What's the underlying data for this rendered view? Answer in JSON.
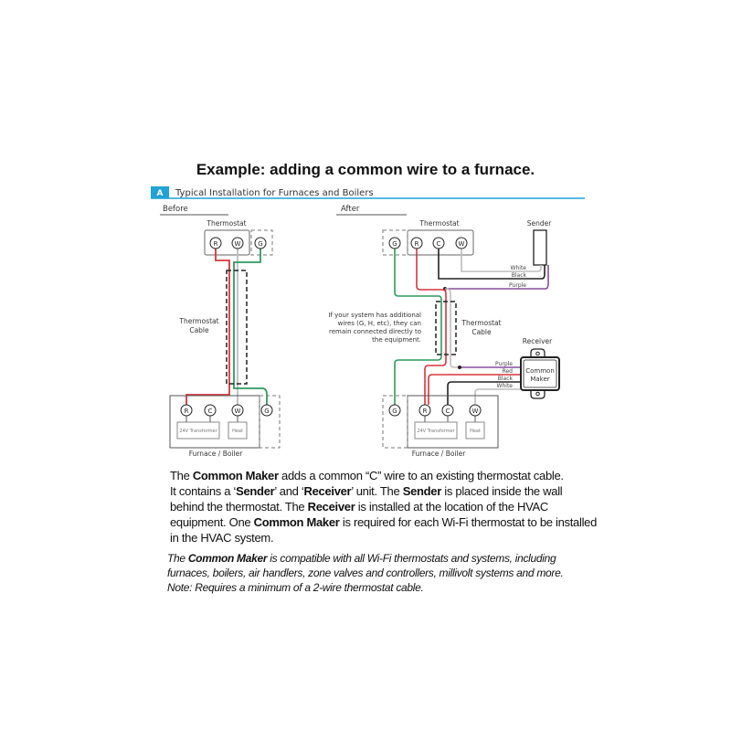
{
  "title": "Example: adding a common wire to a furnace.",
  "section": {
    "badge": "A",
    "label": "Typical Installation for Furnaces and Boilers",
    "accent": "#1fa3d8"
  },
  "before": {
    "heading": "Before",
    "thermostat_label": "Thermostat",
    "terminals": [
      "R",
      "W",
      "G"
    ],
    "cable_label": [
      "Thermostat",
      "Cable"
    ],
    "furnace_terminals": [
      "R",
      "C",
      "W",
      "G"
    ],
    "transformer": "24V Transformer",
    "heat": "Heat",
    "furnace_label": "Furnace / Boiler"
  },
  "after": {
    "heading": "After",
    "thermostat_label": "Thermostat",
    "terminals": [
      "G",
      "R",
      "C",
      "W"
    ],
    "sender_label": "Sender",
    "sender_wires": [
      "White",
      "Black",
      "Purple"
    ],
    "cable_label": [
      "Thermostat",
      "Cable"
    ],
    "note": [
      "If your system has additional",
      "wires (G, H, etc), they can",
      "remain connected directly to",
      "the equipment."
    ],
    "receiver_label": "Receiver",
    "receiver_body": [
      "Common",
      "Maker"
    ],
    "receiver_wires": [
      "Purple",
      "Red",
      "Black",
      "White"
    ],
    "furnace_terminals": [
      "G",
      "R",
      "C",
      "W"
    ],
    "transformer": "24V Transformer",
    "heat": "Heat",
    "furnace_label": "Furnace / Boiler"
  },
  "wire_colors": {
    "red": "#d8353a",
    "green": "#2e9a5e",
    "white": "#bdbdbd",
    "black": "#222222",
    "purple": "#8a4fa0"
  },
  "description": {
    "p1": [
      "The ",
      "Common Maker",
      " adds a common “C” wire to an existing thermostat cable."
    ],
    "p2": [
      "It contains a ‘",
      "Sender",
      "’ and ‘",
      "Receiver",
      "’ unit. The ",
      "Sender",
      " is placed inside the wall behind the thermostat. The ",
      "Receiver",
      " is installed at the location of the HVAC equipment. One ",
      "Common Maker",
      " is required for each Wi-Fi thermostat to be installed in the HVAC system."
    ],
    "italic": [
      "The ",
      "Common Maker",
      " is compatible with all Wi-Fi thermostats and systems, including furnaces, boilers, air handlers, zone valves and controllers, millivolt systems and more.",
      "Note: Requires a minimum of a 2-wire thermostat cable."
    ]
  }
}
